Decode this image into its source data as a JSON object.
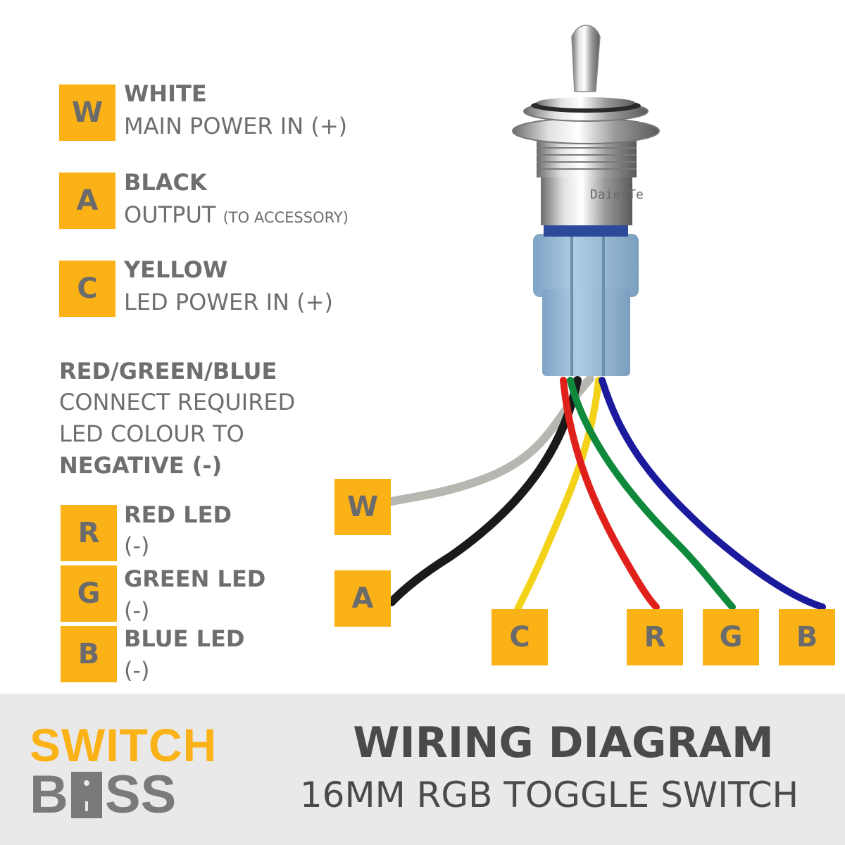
{
  "legend": {
    "w": {
      "tag": "W",
      "name": "WHITE",
      "desc": "MAIN POWER IN (+)"
    },
    "a": {
      "tag": "A",
      "name": "BLACK",
      "desc": "OUTPUT",
      "note": "(TO ACCESSORY)"
    },
    "c": {
      "tag": "C",
      "name": "YELLOW",
      "desc": "LED POWER IN (+)"
    }
  },
  "rgb_note": {
    "heading": "RED/GREEN/BLUE",
    "line1": "CONNECT REQUIRED",
    "line2": "LED COLOUR TO",
    "line3": "NEGATIVE (-)"
  },
  "leds": [
    {
      "tag": "R",
      "name": "RED LED",
      "desc": "(-)"
    },
    {
      "tag": "G",
      "name": "GREEN LED",
      "desc": "(-)"
    },
    {
      "tag": "B",
      "name": "BLUE LED",
      "desc": "(-)"
    }
  ],
  "wire_tags": {
    "w": "W",
    "a": "A",
    "c": "C",
    "r": "R",
    "g": "G",
    "b": "B"
  },
  "switch_mark": "DaierTe",
  "footer": {
    "brand_top": "SWITCH",
    "brand_b": "B",
    "brand_ss": "SS",
    "title": "WIRING DIAGRAM",
    "subtitle": "16MM RGB TOGGLE SWITCH"
  },
  "colors": {
    "tag_bg": "#fbb217",
    "text_gray": "#6e6e6e",
    "wire_white": "#b8b6b0",
    "wire_black": "#1a1a1a",
    "wire_yellow": "#f2d31a",
    "wire_red": "#e0201b",
    "wire_green": "#0f8a3c",
    "wire_blue": "#1b1a9c",
    "connector": "#9fc1dc"
  }
}
